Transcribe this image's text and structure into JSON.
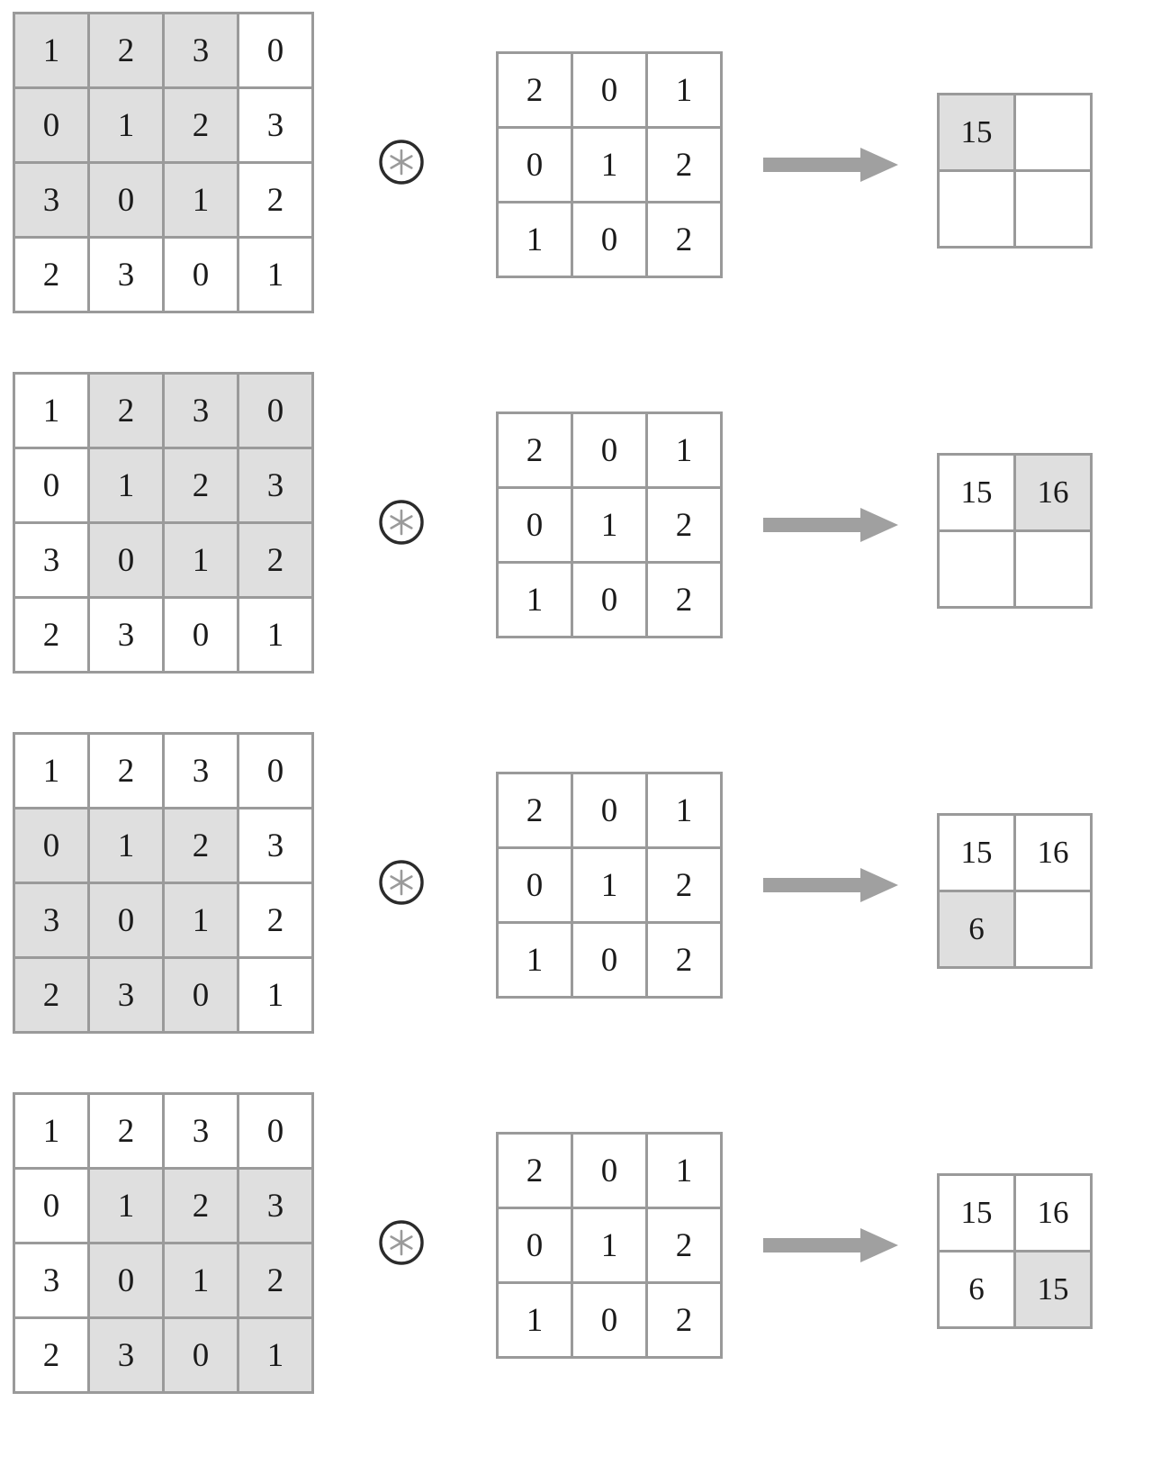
{
  "diagram": {
    "title": "2D convolution sliding-window illustration",
    "operator_symbol": "⊛",
    "operator_name": "circled-asterisk",
    "arrow_name": "right-arrow",
    "colors": {
      "highlight": "#dfdfdf",
      "grid_line": "#9a9a9a",
      "arrow": "#a0a0a0",
      "text": "#1a1a1a",
      "background": "#ffffff"
    },
    "input_matrix_values": [
      [
        "1",
        "2",
        "3",
        "0"
      ],
      [
        "0",
        "1",
        "2",
        "3"
      ],
      [
        "3",
        "0",
        "1",
        "2"
      ],
      [
        "2",
        "3",
        "0",
        "1"
      ]
    ],
    "kernel_matrix_values": [
      [
        "2",
        "0",
        "1"
      ],
      [
        "0",
        "1",
        "2"
      ],
      [
        "1",
        "0",
        "2"
      ]
    ],
    "steps": [
      {
        "id": "step-1",
        "input_highlight_rows": [
          0,
          1,
          2
        ],
        "input_highlight_cols": [
          0,
          1,
          2
        ],
        "input": [
          [
            {
              "v": "1",
              "hl": true
            },
            {
              "v": "2",
              "hl": true
            },
            {
              "v": "3",
              "hl": true
            },
            {
              "v": "0",
              "hl": false
            }
          ],
          [
            {
              "v": "0",
              "hl": true
            },
            {
              "v": "1",
              "hl": true
            },
            {
              "v": "2",
              "hl": true
            },
            {
              "v": "3",
              "hl": false
            }
          ],
          [
            {
              "v": "3",
              "hl": true
            },
            {
              "v": "0",
              "hl": true
            },
            {
              "v": "1",
              "hl": true
            },
            {
              "v": "2",
              "hl": false
            }
          ],
          [
            {
              "v": "2",
              "hl": false
            },
            {
              "v": "3",
              "hl": false
            },
            {
              "v": "0",
              "hl": false
            },
            {
              "v": "1",
              "hl": false
            }
          ]
        ],
        "kernel": [
          [
            {
              "v": "2"
            },
            {
              "v": "0"
            },
            {
              "v": "1"
            }
          ],
          [
            {
              "v": "0"
            },
            {
              "v": "1"
            },
            {
              "v": "2"
            }
          ],
          [
            {
              "v": "1"
            },
            {
              "v": "0"
            },
            {
              "v": "2"
            }
          ]
        ],
        "output": [
          [
            {
              "v": "15",
              "hl": true
            },
            {
              "v": "",
              "hl": false
            }
          ],
          [
            {
              "v": "",
              "hl": false
            },
            {
              "v": "",
              "hl": false
            }
          ]
        ]
      },
      {
        "id": "step-2",
        "input_highlight_rows": [
          0,
          1,
          2
        ],
        "input_highlight_cols": [
          1,
          2,
          3
        ],
        "input": [
          [
            {
              "v": "1",
              "hl": false
            },
            {
              "v": "2",
              "hl": true
            },
            {
              "v": "3",
              "hl": true
            },
            {
              "v": "0",
              "hl": true
            }
          ],
          [
            {
              "v": "0",
              "hl": false
            },
            {
              "v": "1",
              "hl": true
            },
            {
              "v": "2",
              "hl": true
            },
            {
              "v": "3",
              "hl": true
            }
          ],
          [
            {
              "v": "3",
              "hl": false
            },
            {
              "v": "0",
              "hl": true
            },
            {
              "v": "1",
              "hl": true
            },
            {
              "v": "2",
              "hl": true
            }
          ],
          [
            {
              "v": "2",
              "hl": false
            },
            {
              "v": "3",
              "hl": false
            },
            {
              "v": "0",
              "hl": false
            },
            {
              "v": "1",
              "hl": false
            }
          ]
        ],
        "kernel": [
          [
            {
              "v": "2"
            },
            {
              "v": "0"
            },
            {
              "v": "1"
            }
          ],
          [
            {
              "v": "0"
            },
            {
              "v": "1"
            },
            {
              "v": "2"
            }
          ],
          [
            {
              "v": "1"
            },
            {
              "v": "0"
            },
            {
              "v": "2"
            }
          ]
        ],
        "output": [
          [
            {
              "v": "15",
              "hl": false
            },
            {
              "v": "16",
              "hl": true
            }
          ],
          [
            {
              "v": "",
              "hl": false
            },
            {
              "v": "",
              "hl": false
            }
          ]
        ]
      },
      {
        "id": "step-3",
        "input_highlight_rows": [
          1,
          2,
          3
        ],
        "input_highlight_cols": [
          0,
          1,
          2
        ],
        "input": [
          [
            {
              "v": "1",
              "hl": false
            },
            {
              "v": "2",
              "hl": false
            },
            {
              "v": "3",
              "hl": false
            },
            {
              "v": "0",
              "hl": false
            }
          ],
          [
            {
              "v": "0",
              "hl": true
            },
            {
              "v": "1",
              "hl": true
            },
            {
              "v": "2",
              "hl": true
            },
            {
              "v": "3",
              "hl": false
            }
          ],
          [
            {
              "v": "3",
              "hl": true
            },
            {
              "v": "0",
              "hl": true
            },
            {
              "v": "1",
              "hl": true
            },
            {
              "v": "2",
              "hl": false
            }
          ],
          [
            {
              "v": "2",
              "hl": true
            },
            {
              "v": "3",
              "hl": true
            },
            {
              "v": "0",
              "hl": true
            },
            {
              "v": "1",
              "hl": false
            }
          ]
        ],
        "kernel": [
          [
            {
              "v": "2"
            },
            {
              "v": "0"
            },
            {
              "v": "1"
            }
          ],
          [
            {
              "v": "0"
            },
            {
              "v": "1"
            },
            {
              "v": "2"
            }
          ],
          [
            {
              "v": "1"
            },
            {
              "v": "0"
            },
            {
              "v": "2"
            }
          ]
        ],
        "output": [
          [
            {
              "v": "15",
              "hl": false
            },
            {
              "v": "16",
              "hl": false
            }
          ],
          [
            {
              "v": "6",
              "hl": true
            },
            {
              "v": "",
              "hl": false
            }
          ]
        ]
      },
      {
        "id": "step-4",
        "input_highlight_rows": [
          1,
          2,
          3
        ],
        "input_highlight_cols": [
          1,
          2,
          3
        ],
        "input": [
          [
            {
              "v": "1",
              "hl": false
            },
            {
              "v": "2",
              "hl": false
            },
            {
              "v": "3",
              "hl": false
            },
            {
              "v": "0",
              "hl": false
            }
          ],
          [
            {
              "v": "0",
              "hl": false
            },
            {
              "v": "1",
              "hl": true
            },
            {
              "v": "2",
              "hl": true
            },
            {
              "v": "3",
              "hl": true
            }
          ],
          [
            {
              "v": "3",
              "hl": false
            },
            {
              "v": "0",
              "hl": true
            },
            {
              "v": "1",
              "hl": true
            },
            {
              "v": "2",
              "hl": true
            }
          ],
          [
            {
              "v": "2",
              "hl": false
            },
            {
              "v": "3",
              "hl": true
            },
            {
              "v": "0",
              "hl": true
            },
            {
              "v": "1",
              "hl": true
            }
          ]
        ],
        "kernel": [
          [
            {
              "v": "2"
            },
            {
              "v": "0"
            },
            {
              "v": "1"
            }
          ],
          [
            {
              "v": "0"
            },
            {
              "v": "1"
            },
            {
              "v": "2"
            }
          ],
          [
            {
              "v": "1"
            },
            {
              "v": "0"
            },
            {
              "v": "2"
            }
          ]
        ],
        "output": [
          [
            {
              "v": "15",
              "hl": false
            },
            {
              "v": "16",
              "hl": false
            }
          ],
          [
            {
              "v": "6",
              "hl": false
            },
            {
              "v": "15",
              "hl": true
            }
          ]
        ]
      }
    ]
  }
}
